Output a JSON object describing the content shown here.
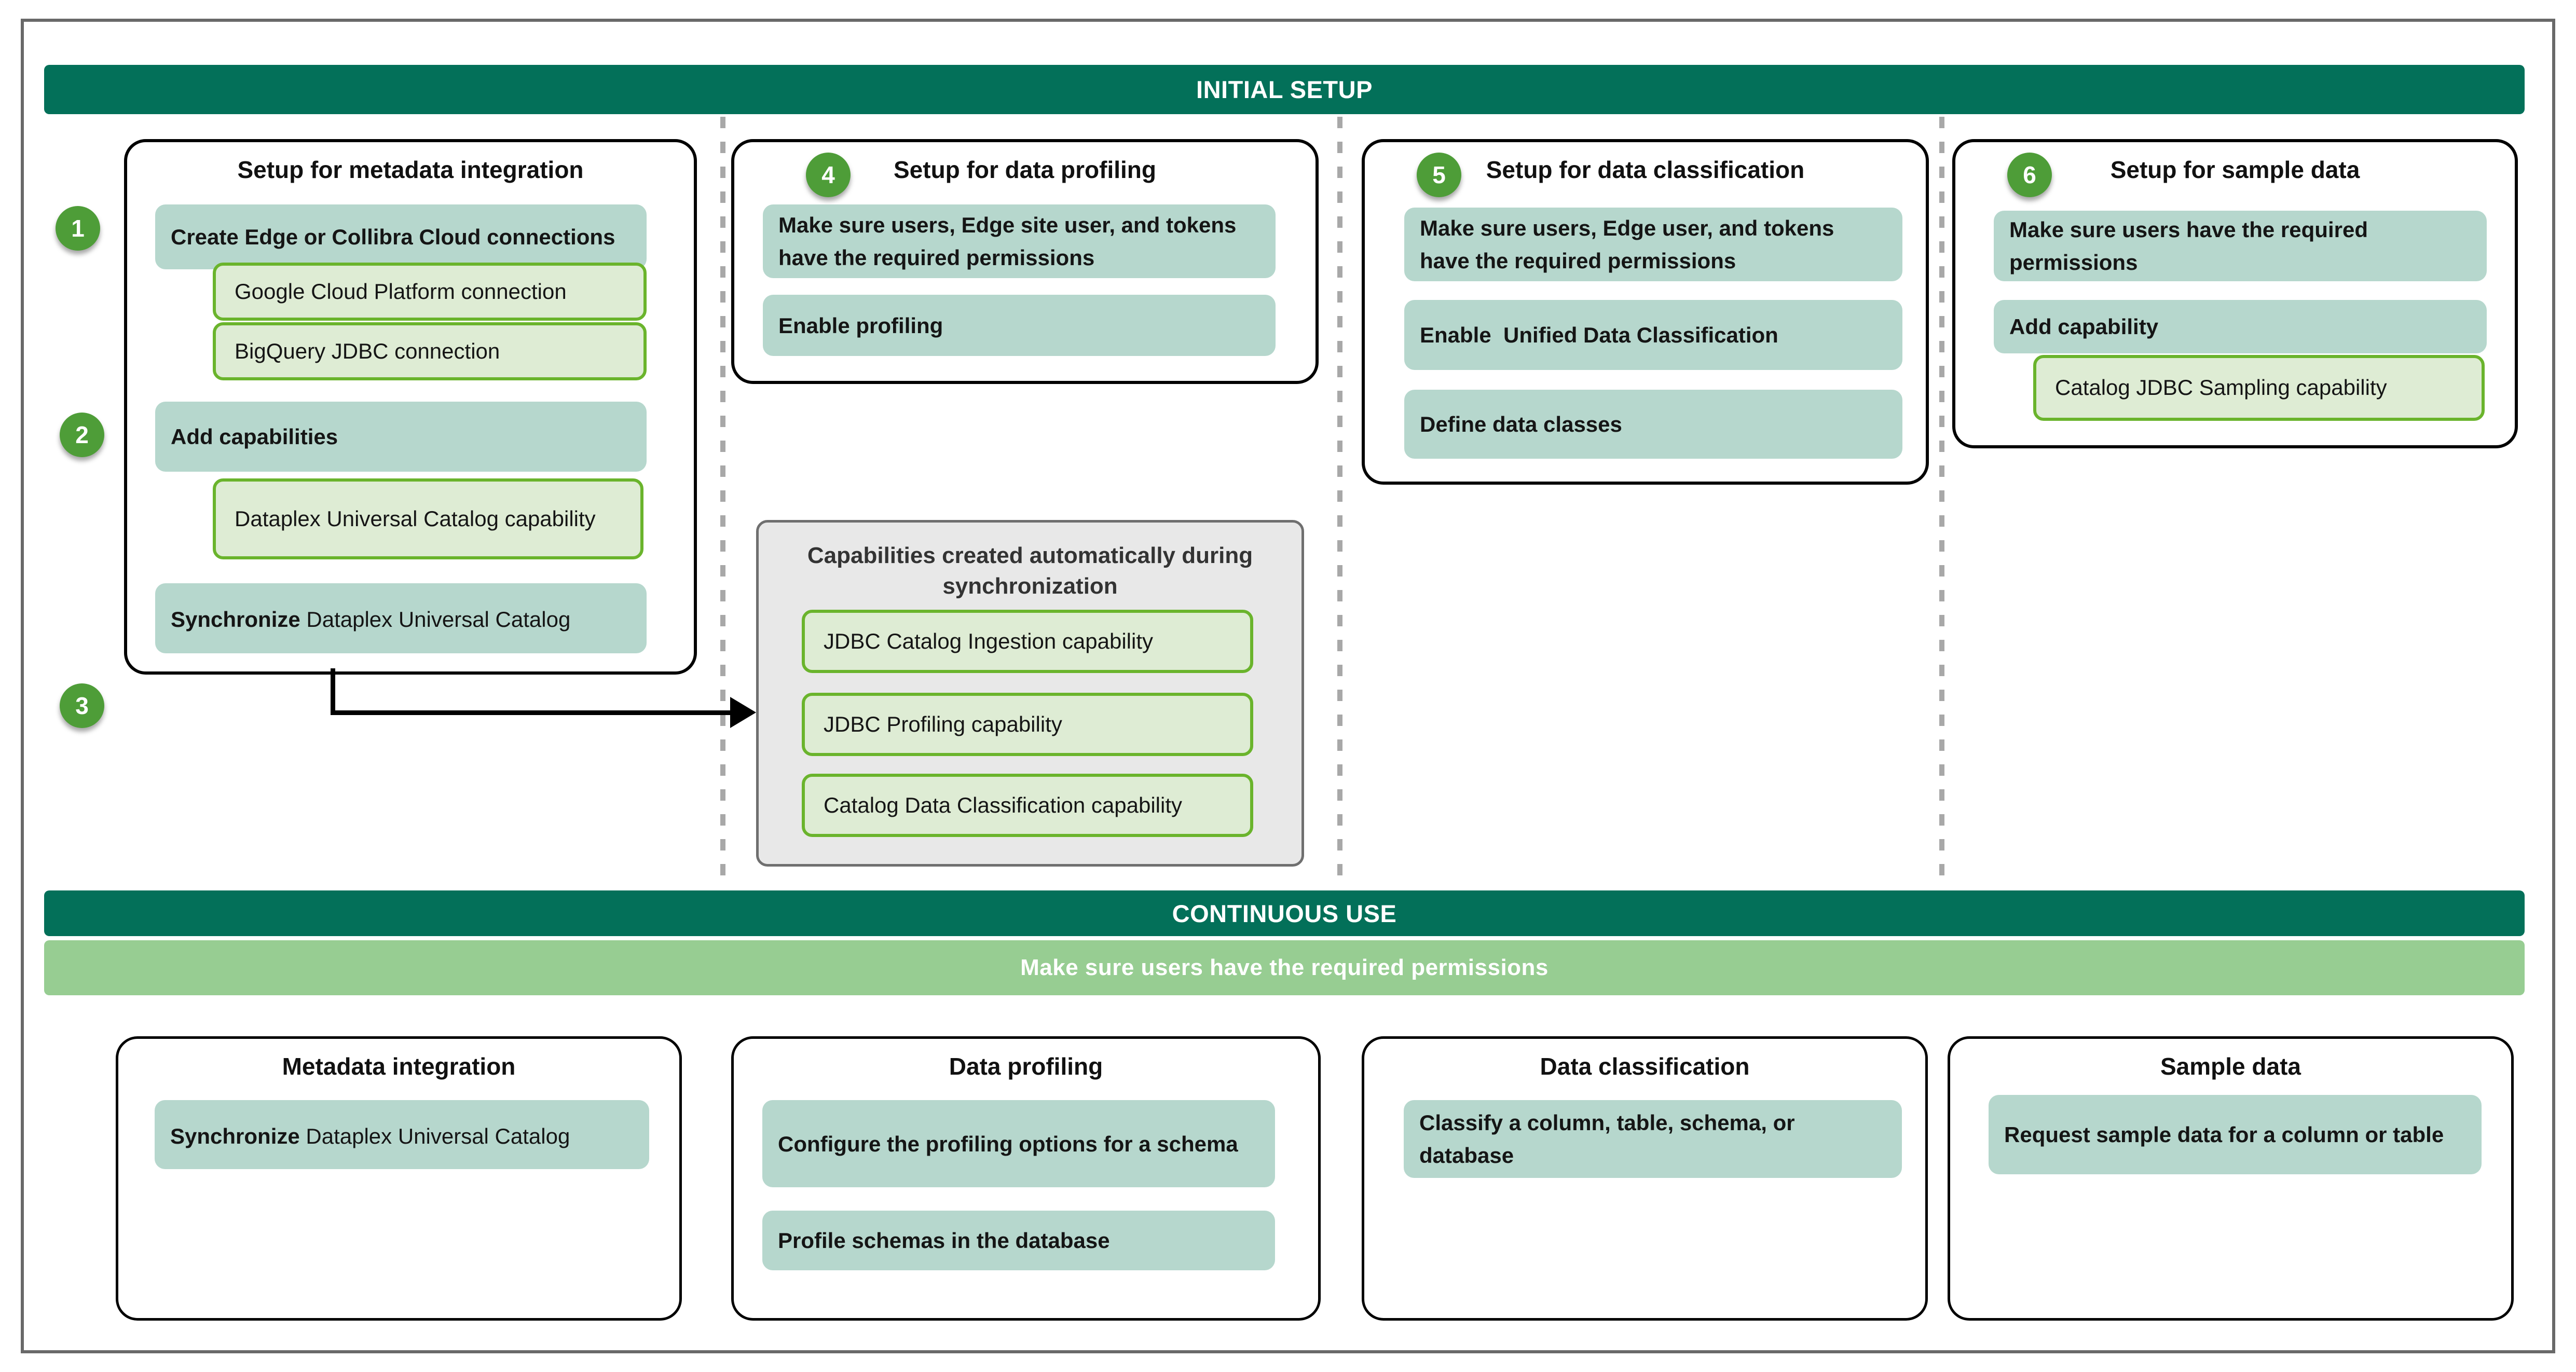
{
  "diagram": {
    "initial_banner": "INITIAL SETUP",
    "continuous_banner": "CONTINUOUS USE",
    "continuous_permissions_banner": "Make sure users have the required permissions",
    "steps": {
      "s1": "1",
      "s2": "2",
      "s3": "3",
      "s4": "4",
      "s5": "5",
      "s6": "6"
    },
    "metadata_column": {
      "title": "Setup for metadata integration",
      "create_connections": "Create Edge or Collibra Cloud connections",
      "gcp_connection": "Google Cloud Platform connection",
      "bigquery_connection": "BigQuery JDBC connection",
      "add_capabilities": "Add capabilities",
      "dataplex_capability": "Dataplex Universal Catalog capability",
      "synchronize_bold": "Synchronize",
      "synchronize_rest": " Dataplex Universal Catalog"
    },
    "profiling_column": {
      "title": "Setup for data profiling",
      "permissions": "Make sure users, Edge site user, and tokens have the required permissions",
      "enable": "Enable profiling"
    },
    "classification_column": {
      "title": "Setup for data classification",
      "permissions": "Make sure users, Edge user, and tokens have the required permissions",
      "enable": "Enable  Unified Data Classification",
      "define": "Define data classes"
    },
    "sample_column": {
      "title": "Setup for sample data",
      "permissions": "Make sure users have the required permissions",
      "add_capability": "Add capability",
      "sampling_capability": "Catalog JDBC Sampling capability"
    },
    "auto_capabilities": {
      "title": "Capabilities created automatically during synchronization",
      "items": [
        "JDBC Catalog Ingestion capability",
        "JDBC Profiling capability",
        "Catalog Data Classification capability"
      ]
    },
    "continuous_boxes": {
      "metadata": {
        "title": "Metadata integration",
        "sync_bold": "Synchronize",
        "sync_rest": " Dataplex Universal Catalog"
      },
      "profiling": {
        "title": "Data profiling",
        "configure": "Configure the profiling options for a schema",
        "profile": "Profile schemas in the database"
      },
      "classification": {
        "title": "Data classification",
        "classify": "Classify a column, table, schema, or database"
      },
      "sample": {
        "title": "Sample data",
        "request": "Request sample data for a column or table"
      }
    },
    "colors": {
      "banner_dark_green": "#037059",
      "banner_light_green": "#97cd92",
      "task_teal": "#b6d7cd",
      "capability_fill": "#deecd4",
      "capability_border": "#6ab42c",
      "step_circle_green": "#4e9d38",
      "auto_box_gray": "#e8e8e8",
      "outer_border_gray": "#696969"
    }
  }
}
